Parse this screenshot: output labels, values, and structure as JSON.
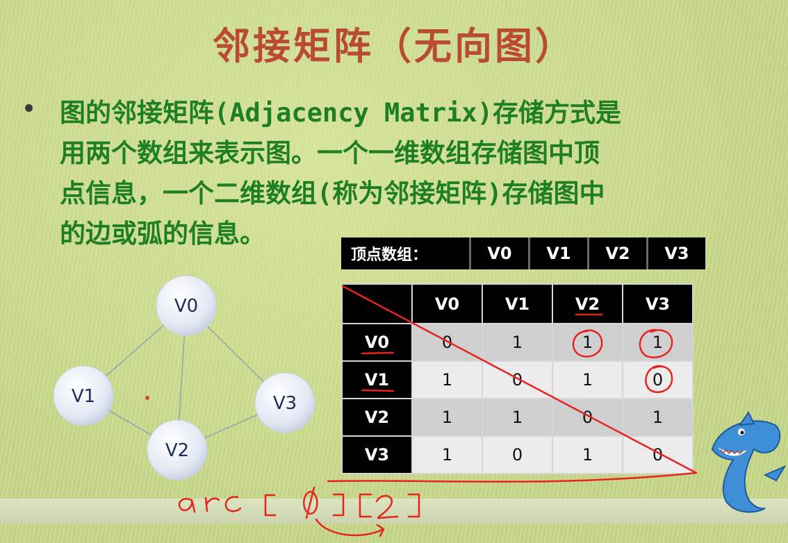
{
  "title": "邻接矩阵（无向图）",
  "bullet": {
    "lines": [
      "图的邻接矩阵(Adjacency Matrix)存储方式是",
      "用两个数组来表示图。一个一维数组存储图中顶",
      "点信息，一个二维数组(称为邻接矩阵)存储图中",
      "的边或弧的信息。"
    ]
  },
  "vertex_array": {
    "label": "顶点数组：",
    "cells": [
      "V0",
      "V1",
      "V2",
      "V3"
    ]
  },
  "matrix": {
    "col_headers": [
      "V0",
      "V1",
      "V2",
      "V3"
    ],
    "rows": [
      {
        "label": "V0",
        "values": [
          "0",
          "1",
          "1",
          "1"
        ]
      },
      {
        "label": "V1",
        "values": [
          "1",
          "0",
          "1",
          "0"
        ]
      },
      {
        "label": "V2",
        "values": [
          "1",
          "1",
          "0",
          "1"
        ]
      },
      {
        "label": "V3",
        "values": [
          "1",
          "0",
          "1",
          "0"
        ]
      }
    ]
  },
  "graph": {
    "nodes": {
      "v0": "V0",
      "v1": "V1",
      "v2": "V2",
      "v3": "V3"
    },
    "edges": [
      [
        "V0",
        "V1"
      ],
      [
        "V0",
        "V2"
      ],
      [
        "V0",
        "V3"
      ],
      [
        "V1",
        "V2"
      ],
      [
        "V2",
        "V3"
      ]
    ]
  },
  "annotations": {
    "handwriting": "arc[0][2]",
    "colors": {
      "annotation": "#e8231e",
      "title": "#b94a34",
      "text": "#1e7e24"
    }
  }
}
